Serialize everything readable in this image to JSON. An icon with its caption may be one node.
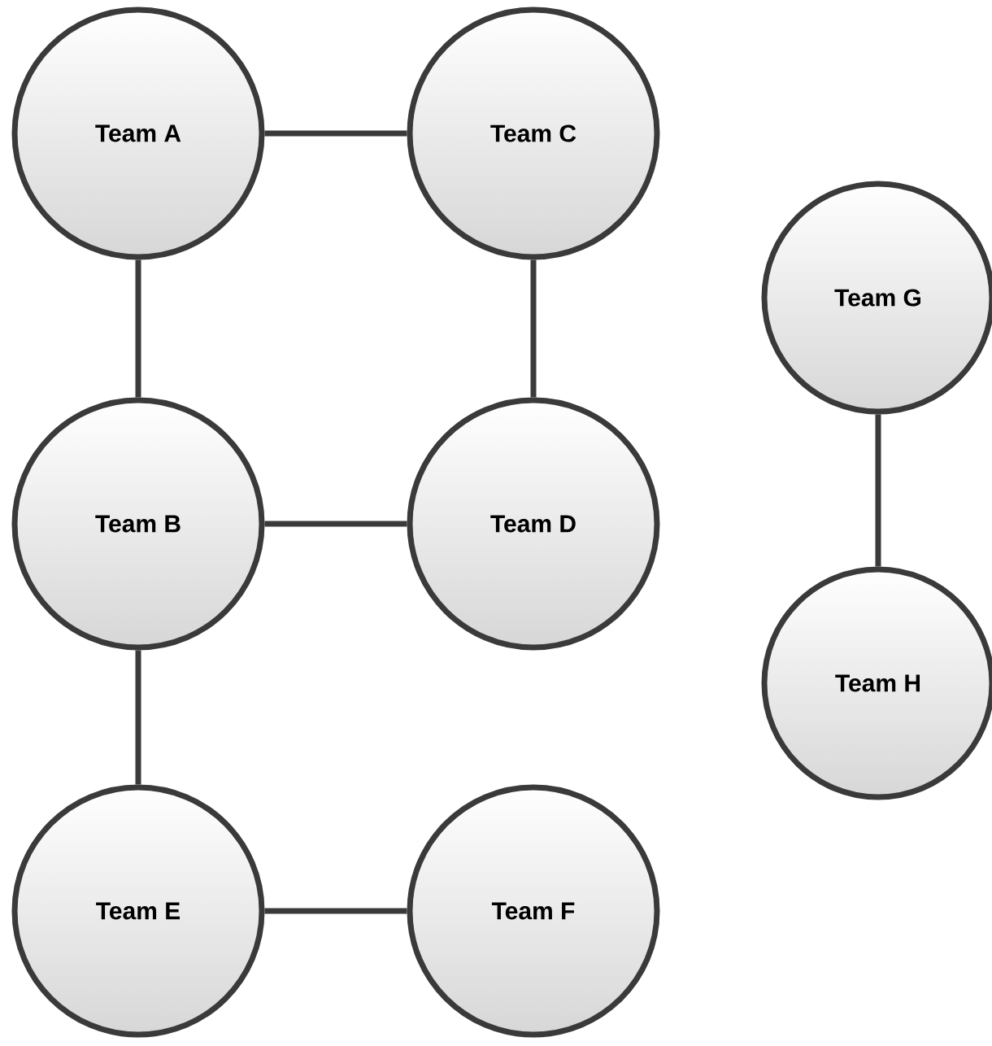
{
  "diagram": {
    "nodes": [
      {
        "text": [
          "Team A"
        ]
      },
      {
        "text": [
          "Team C"
        ]
      },
      {
        "text": [
          "Team G"
        ]
      },
      {
        "text": [
          "Team B"
        ]
      },
      {
        "text": [
          "Team D"
        ]
      },
      {
        "text": [
          "Team H"
        ]
      },
      {
        "text": [
          "Team E"
        ]
      },
      {
        "text": [
          "Team F"
        ]
      }
    ],
    "edges": [
      {
        "from": 0,
        "to": 1,
        "arrow": "none"
      },
      {
        "from": 0,
        "to": 3,
        "arrow": "none"
      },
      {
        "from": 1,
        "to": 4,
        "arrow": "none"
      },
      {
        "from": 3,
        "to": 4,
        "arrow": "none"
      },
      {
        "from": 2,
        "to": 5,
        "arrow": "none"
      },
      {
        "from": 3,
        "to": 6,
        "arrow": "none"
      },
      {
        "from": 6,
        "to": 7,
        "arrow": "none"
      }
    ]
  }
}
